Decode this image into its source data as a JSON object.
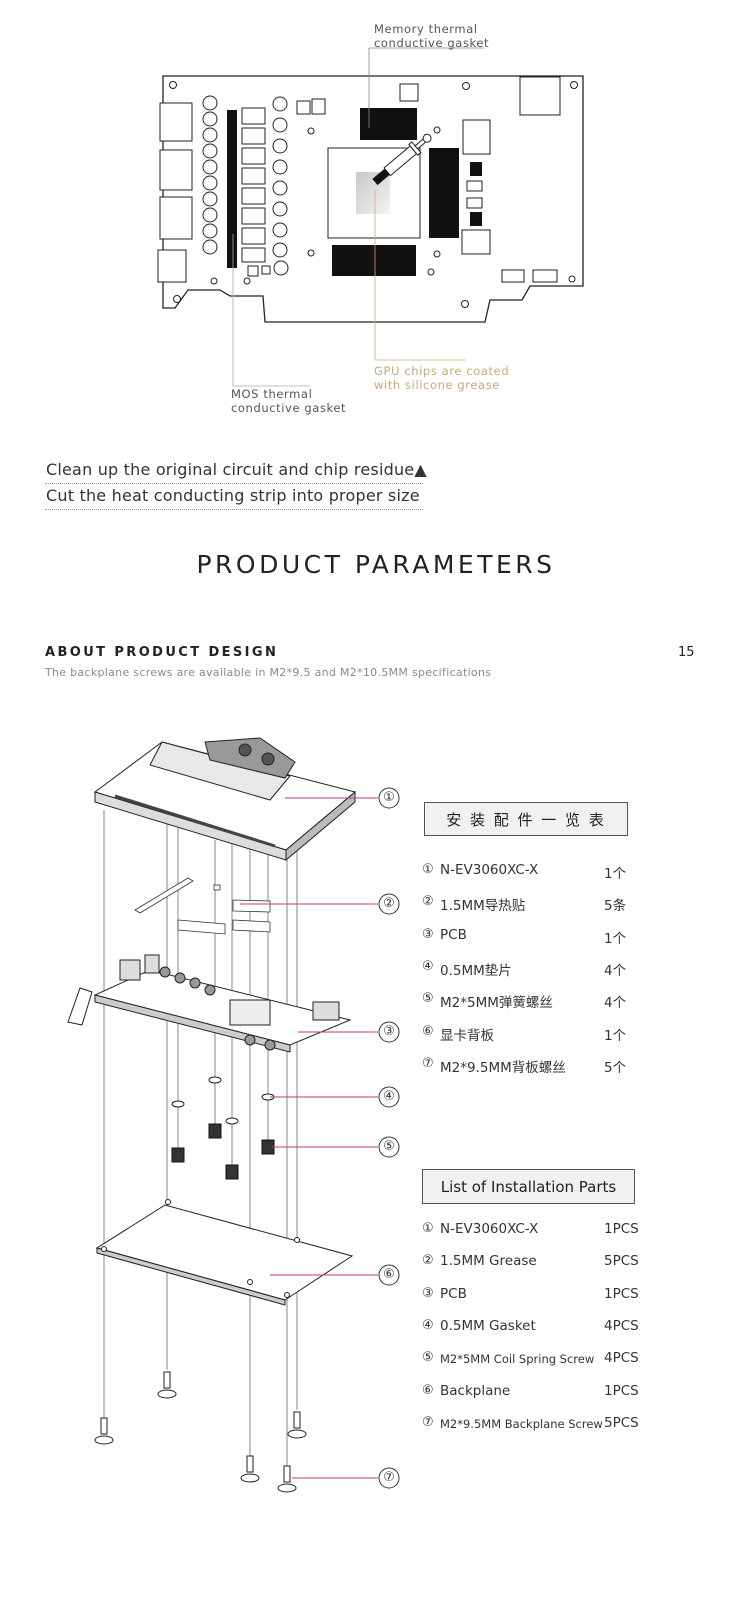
{
  "callouts": {
    "memory": [
      "Memory thermal",
      "conductive gasket"
    ],
    "mos": [
      "MOS thermal",
      "conductive gasket"
    ],
    "gpu": [
      "GPU chips are coated",
      "with silicone grease"
    ]
  },
  "notes": {
    "line1": "Clean up the original circuit and chip residue",
    "line2": "Cut the heat conducting strip into proper size"
  },
  "section_title": "PRODUCT PARAMETERS",
  "about": {
    "title": "ABOUT PRODUCT DESIGN",
    "subtitle": "The backplane screws are available in M2*9.5 and M2*10.5MM specifications",
    "page_number": "15"
  },
  "diagram_markers": [
    "①",
    "②",
    "③",
    "④",
    "⑤",
    "⑥",
    "⑦"
  ],
  "parts_cn": {
    "title": "安 装 配 件 一 览 表",
    "items": [
      {
        "num": "①",
        "name": "N-EV3060XC-X",
        "qty": "1个"
      },
      {
        "num": "②",
        "name": "1.5MM导热贴",
        "qty": "5条"
      },
      {
        "num": "③",
        "name": "PCB",
        "qty": "1个"
      },
      {
        "num": "④",
        "name": "0.5MM垫片",
        "qty": "4个"
      },
      {
        "num": "⑤",
        "name": "M2*5MM弹簧螺丝",
        "qty": "4个"
      },
      {
        "num": "⑥",
        "name": "显卡背板",
        "qty": "1个"
      },
      {
        "num": "⑦",
        "name": "M2*9.5MM背板螺丝",
        "qty": "5个"
      }
    ]
  },
  "parts_en": {
    "title": "List of Installation Parts",
    "items": [
      {
        "num": "①",
        "name": "N-EV3060XC-X",
        "qty": "1PCS"
      },
      {
        "num": "②",
        "name": "1.5MM Grease",
        "qty": "5PCS"
      },
      {
        "num": "③",
        "name": "PCB",
        "qty": "1PCS"
      },
      {
        "num": "④",
        "name": "0.5MM Gasket",
        "qty": "4PCS"
      },
      {
        "num": "⑤",
        "name": "M2*5MM Coil Spring Screw",
        "qty": "4PCS"
      },
      {
        "num": "⑥",
        "name": "Backplane",
        "qty": "1PCS"
      },
      {
        "num": "⑦",
        "name": "M2*9.5MM Backplane Screw",
        "qty": "5PCS"
      }
    ]
  },
  "colors": {
    "accent_magenta": "#c2378a",
    "accent_gold": "#c9a978",
    "text": "#333333"
  }
}
